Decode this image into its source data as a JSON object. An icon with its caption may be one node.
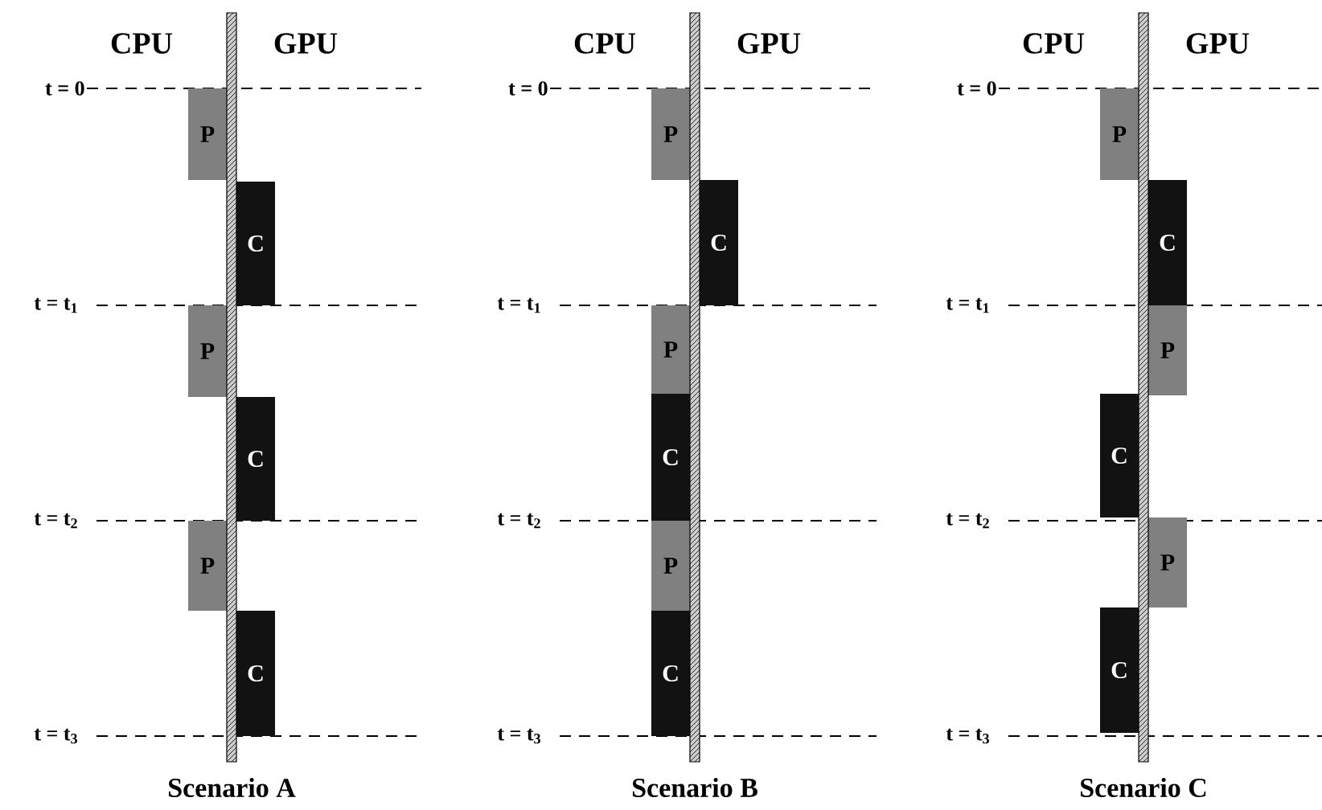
{
  "diagram": {
    "nodes": [
      {
        "text": [
          "P"
        ]
      },
      {
        "text": [
          "C"
        ]
      },
      {
        "text": [
          "P"
        ]
      },
      {
        "text": [
          "C"
        ]
      },
      {
        "text": [
          "P"
        ]
      },
      {
        "text": [
          "C"
        ]
      },
      {
        "text": [
          "P"
        ]
      },
      {
        "text": [
          "C"
        ]
      },
      {
        "text": [
          "P"
        ]
      },
      {
        "text": [
          "C"
        ]
      },
      {
        "text": [
          "P"
        ]
      },
      {
        "text": [
          "C"
        ]
      },
      {
        "text": [
          "P"
        ]
      },
      {
        "text": [
          "C"
        ]
      },
      {
        "text": [
          "P"
        ]
      },
      {
        "text": [
          "C"
        ]
      },
      {
        "text": [
          "P"
        ]
      },
      {
        "text": [
          "C"
        ]
      }
    ],
    "labels": [
      "CPU",
      "GPU",
      "t = 0",
      "t = t$_{1}$",
      "t = t$_{2}$",
      "t = t$_{3}$",
      "Scenario A",
      "CPU",
      "GPU",
      "t = 0",
      "t = t$_{1}$",
      "t = t$_{2}$",
      "t = t$_{3}$",
      "Scenario B",
      "CPU",
      "GPU",
      "t = 0",
      "t = t$_{1}$",
      "t = t$_{2}$",
      "t = t$_{3}$",
      "Scenario C"
    ]
  }
}
